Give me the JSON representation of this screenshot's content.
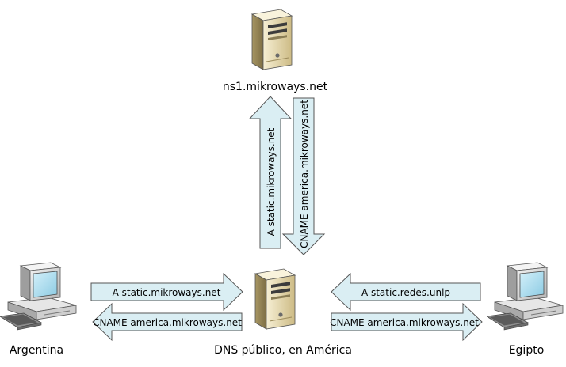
{
  "diagram": {
    "nodes": {
      "ns_server": {
        "label": "ns1.mikroways.net",
        "icon": "server-icon"
      },
      "dns_public": {
        "label": "DNS público, en América",
        "icon": "server-icon"
      },
      "argentina": {
        "label": "Argentina",
        "icon": "computer-icon"
      },
      "egipto": {
        "label": "Egipto",
        "icon": "computer-icon"
      }
    },
    "arrows": {
      "up_query": {
        "label": "A static.mikroways.net",
        "direction": "up"
      },
      "down_reply": {
        "label": "CNAME america.mikroways.net",
        "direction": "down"
      },
      "left_query": {
        "label": "A static.mikroways.net",
        "direction": "right"
      },
      "left_reply": {
        "label": "CNAME america.mikroways.net",
        "direction": "left"
      },
      "right_query": {
        "label": "A static.redes.unlp",
        "direction": "left"
      },
      "right_reply": {
        "label": "CNAME america.mikroways.net",
        "direction": "right"
      }
    },
    "colors": {
      "arrow_fill": "#daeef3",
      "arrow_stroke": "#555555",
      "server_body": "#e9dcb2",
      "monitor_screen": "#b8e0ee",
      "text": "#000000"
    }
  }
}
